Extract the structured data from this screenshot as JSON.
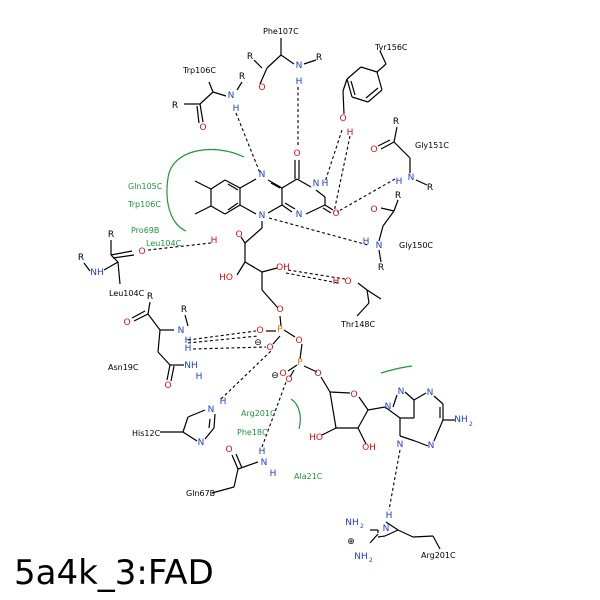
{
  "title": "5a4k_3:FAD",
  "colors": {
    "bond": "#000000",
    "hydrophobic": "#1a9a3a",
    "nitrogen": "#1f3fd0",
    "oxygen": "#e01010",
    "phosphorus": "#d07a00",
    "text": "#000000"
  },
  "residues": [
    {
      "label": "Phe107C"
    },
    {
      "label": "Tyr156C"
    },
    {
      "label": "Trp106C"
    },
    {
      "label": "Gly151C"
    },
    {
      "label": "Gly150C"
    },
    {
      "label": "Leu104C"
    },
    {
      "label": "Thr148C"
    },
    {
      "label": "Asn19C"
    },
    {
      "label": "His12C"
    },
    {
      "label": "Gln67B"
    },
    {
      "label": "Arg201C"
    }
  ],
  "hydrophobic_contacts": [
    {
      "label": "Gln105C"
    },
    {
      "label": "Trp106C"
    },
    {
      "label": "Pro69B"
    },
    {
      "label": "Leu104C"
    },
    {
      "label": "Arg201C"
    },
    {
      "label": "Phe18C"
    },
    {
      "label": "Ala21C"
    }
  ],
  "atom_labels": {
    "N": "N",
    "O": "O",
    "H": "H",
    "NH": "NH",
    "HO": "HO",
    "OH": "OH",
    "P": "P",
    "R": "R",
    "NH2": "NH",
    "H2": "2",
    "minus": "⊖",
    "plus": "⊕"
  }
}
